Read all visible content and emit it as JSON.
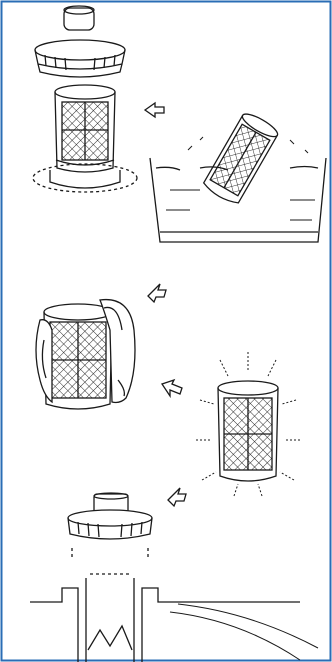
{
  "diagram": {
    "steps": [
      {
        "id": "remove-cap",
        "icon": "filter-cap-icon"
      },
      {
        "id": "soak-filter",
        "icon": "soaking-basin-icon"
      },
      {
        "id": "wipe-filter",
        "icon": "cloth-wipe-icon"
      },
      {
        "id": "dry-filter",
        "icon": "clean-filter-icon"
      },
      {
        "id": "reinstall-filter",
        "icon": "filter-housing-icon"
      }
    ],
    "arrows": [
      "arrow-icon",
      "arrow-icon",
      "arrow-icon",
      "arrow-icon"
    ],
    "colors": {
      "frame": "#2a6db5",
      "ink": "#1a1a1a",
      "paper": "#ffffff"
    }
  }
}
